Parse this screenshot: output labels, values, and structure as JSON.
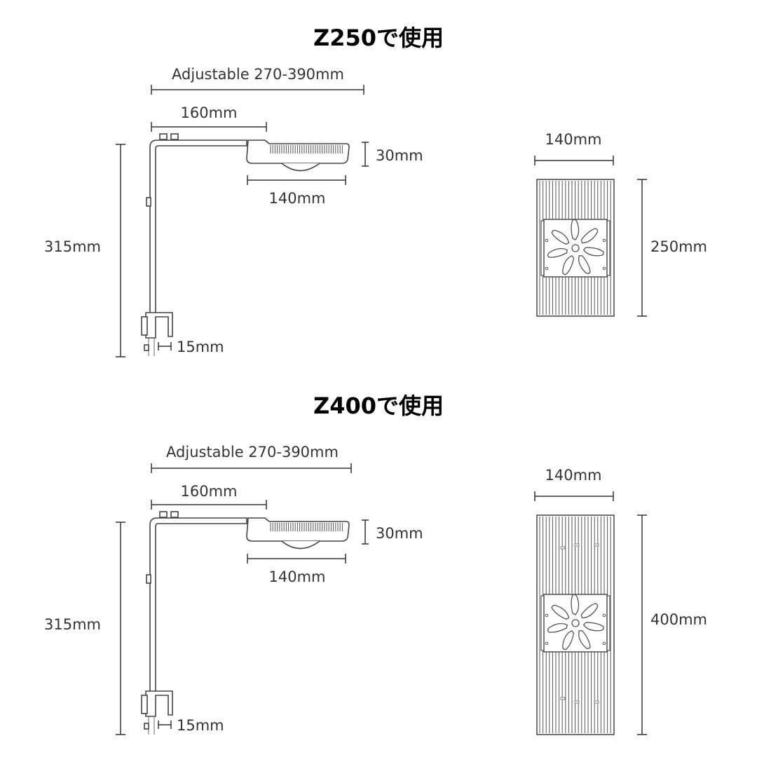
{
  "sections": [
    {
      "title": "Z250で使用",
      "side": {
        "adjustable": "Adjustable 270-390mm",
        "arm": "160mm",
        "height": "30mm",
        "lamp_width": "140mm",
        "pole_height": "315mm",
        "clamp": "15mm"
      },
      "top": {
        "width": "140mm",
        "length": "250mm"
      }
    },
    {
      "title": "Z400で使用",
      "side": {
        "adjustable": "Adjustable 270-390mm",
        "arm": "160mm",
        "height": "30mm",
        "lamp_width": "140mm",
        "pole_height": "315mm",
        "clamp": "15mm"
      },
      "top": {
        "width": "140mm",
        "length": "400mm"
      }
    }
  ]
}
